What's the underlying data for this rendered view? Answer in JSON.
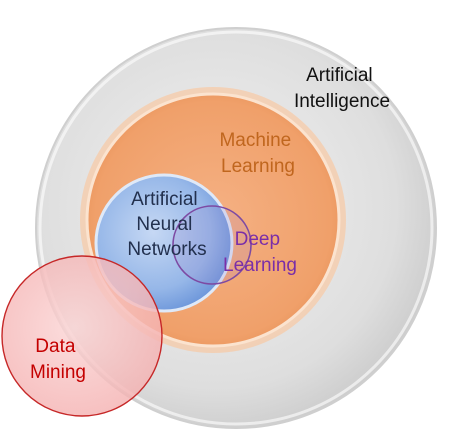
{
  "colors": {
    "ai_fill": "#dcdcdc",
    "ai_text": "#111111",
    "ml_fill": "#f2a36b",
    "ml_text": "#c0661e",
    "ann_fill": "#8fb4e8",
    "ann_text": "#22304e",
    "dl_stroke": "#7d4aa3",
    "dl_text": "#7a2ea8",
    "dm_stroke": "#c62828",
    "dm_text": "#c40000"
  },
  "labels": {
    "ai": [
      "Artificial",
      "Intelligence"
    ],
    "ml": [
      "Machine",
      "Learning"
    ],
    "ann": [
      "Artificial",
      "Neural",
      "Networks"
    ],
    "dl": [
      "Deep",
      "Learning"
    ],
    "dm": [
      "Data",
      "Mining"
    ]
  }
}
